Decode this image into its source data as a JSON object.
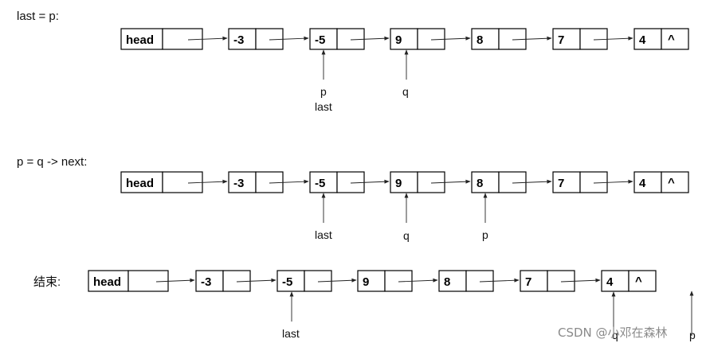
{
  "diagram": {
    "colors": {
      "line": "#222222",
      "box": "#000000",
      "text": "#111111",
      "watermark": "#8a8a8a"
    },
    "rows": [
      {
        "caption": "last = p:",
        "nodes": [
          "head",
          "-3",
          "-5",
          "9",
          "8",
          "7",
          "4"
        ],
        "null_marker": "^",
        "pointers": [
          {
            "label": "p",
            "target": "-5"
          },
          {
            "label": "last",
            "target": "-5"
          },
          {
            "label": "q",
            "target": "9"
          }
        ]
      },
      {
        "caption": "p = q -> next:",
        "nodes": [
          "head",
          "-3",
          "-5",
          "9",
          "8",
          "7",
          "4"
        ],
        "null_marker": "^",
        "pointers": [
          {
            "label": "last",
            "target": "-5"
          },
          {
            "label": "q",
            "target": "9"
          },
          {
            "label": "p",
            "target": "8"
          }
        ]
      },
      {
        "caption": "结束:",
        "nodes": [
          "head",
          "-3",
          "-5",
          "9",
          "8",
          "7",
          "4"
        ],
        "null_marker": "^",
        "pointers": [
          {
            "label": "last",
            "target": "-5"
          },
          {
            "label": "q",
            "target": "4"
          },
          {
            "label": "p",
            "target": "NULL"
          }
        ]
      }
    ],
    "watermark": "CSDN @小邓在森林"
  }
}
